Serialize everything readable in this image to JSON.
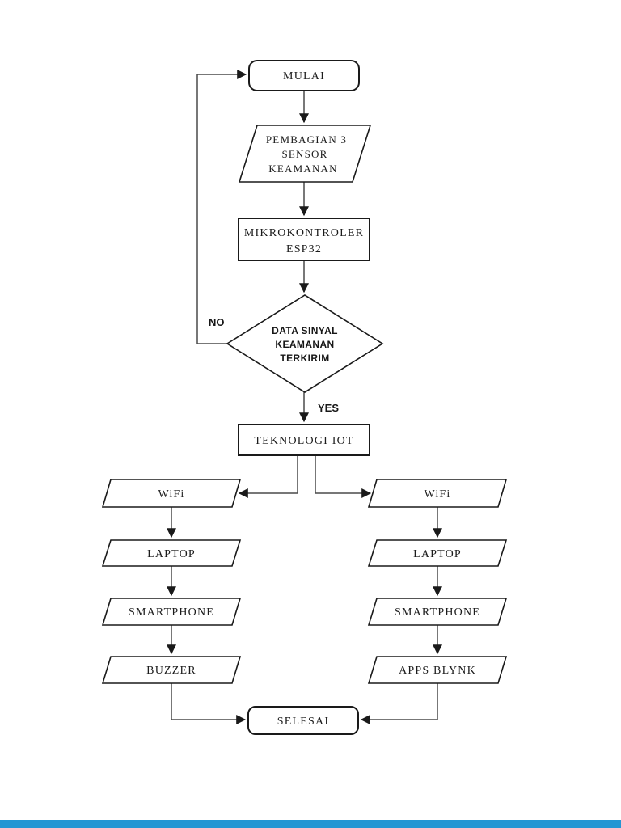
{
  "page": {
    "background_color": "#ffffff",
    "footer_bar_color": "#2496d3",
    "stroke_color": "#1a1a1a",
    "connector_color": "#4a4a4a"
  },
  "flowchart": {
    "nodes": {
      "start": {
        "type": "terminator",
        "label": "MULAI"
      },
      "sensor": {
        "type": "input-output",
        "lines": [
          "PEMBAGIAN 3",
          "SENSOR",
          "KEAMANAN"
        ]
      },
      "mcu": {
        "type": "process",
        "lines": [
          "MIKROKONTROLER",
          "ESP32"
        ]
      },
      "decision": {
        "type": "decision",
        "lines": [
          "DATA SINYAL",
          "KEAMANAN",
          "TERKIRIM"
        ]
      },
      "iot": {
        "type": "process",
        "label": "TEKNOLOGI IOT"
      },
      "wifi_left": {
        "type": "input-output",
        "label": "WiFi"
      },
      "laptop_left": {
        "type": "input-output",
        "label": "LAPTOP"
      },
      "smartphone_left": {
        "type": "input-output",
        "label": "SMARTPHONE"
      },
      "buzzer": {
        "type": "input-output",
        "label": "BUZZER"
      },
      "wifi_right": {
        "type": "input-output",
        "label": "WiFi"
      },
      "laptop_right": {
        "type": "input-output",
        "label": "LAPTOP"
      },
      "smartphone_right": {
        "type": "input-output",
        "label": "SMARTPHONE"
      },
      "apps_blynk": {
        "type": "input-output",
        "label": "APPS BLYNK"
      },
      "end": {
        "type": "terminator",
        "label": "SELESAI"
      }
    },
    "edge_labels": {
      "no": "NO",
      "yes": "YES"
    }
  }
}
